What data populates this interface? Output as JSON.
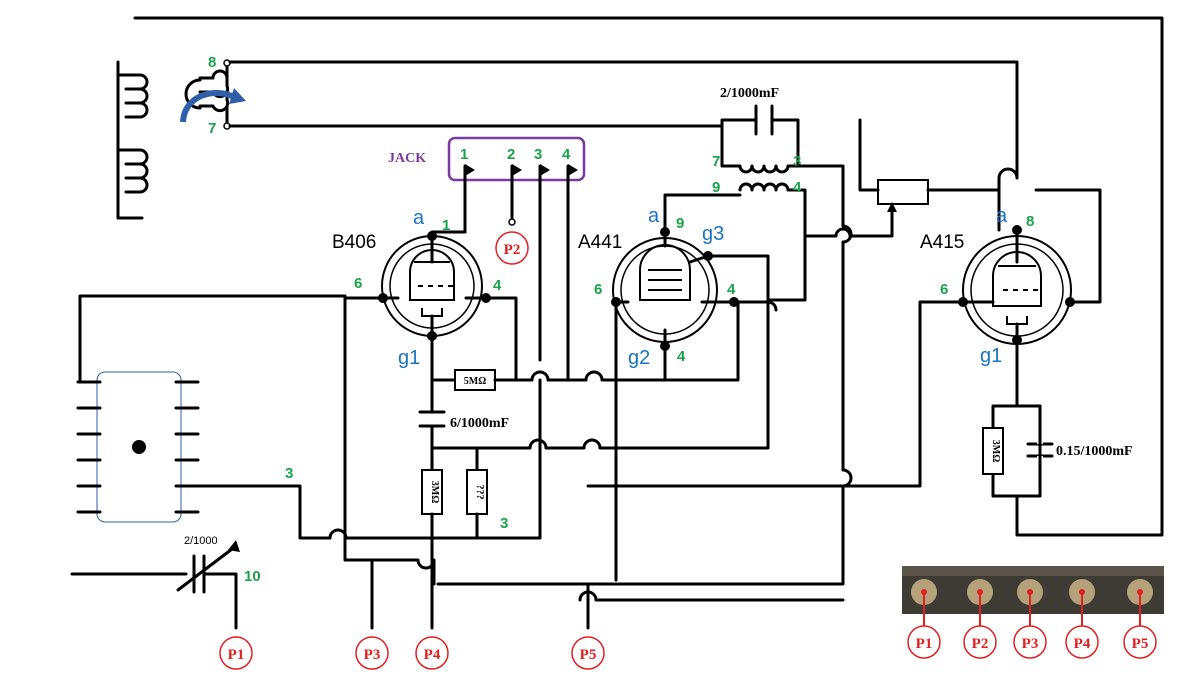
{
  "tubes": {
    "b406": {
      "name": "B406",
      "anode": "a",
      "grid": "g1",
      "pin_anode": "1",
      "pin_left": "6",
      "pin_right": "4"
    },
    "a441": {
      "name": "A441",
      "anode": "a",
      "grid2": "g2",
      "grid3": "g3",
      "pin_anode": "9",
      "pin_left": "6",
      "pin_right": "4",
      "pin_g2": "4"
    },
    "a415": {
      "name": "A415",
      "anode": "a",
      "grid": "g1",
      "pin_anode": "8",
      "pin_left": "6"
    }
  },
  "coil": {
    "pin_top": "8",
    "pin_bottom": "7"
  },
  "jack": {
    "label": "JACK",
    "pins": [
      "1",
      "2",
      "3",
      "4"
    ]
  },
  "transformer": {
    "cap_label": "2/1000mF",
    "pin_tl": "7",
    "pin_tr": "3",
    "pin_bl": "9",
    "pin_br": "4"
  },
  "components": {
    "r_5m": "5MΩ",
    "c_6": "6/1000mF",
    "r_3m_left": "3MΩ",
    "r_unknown": "???",
    "r_3m_right": "3MΩ",
    "c_015": "0.15/1000mF",
    "var_cap": "2/1000"
  },
  "pin_labels": {
    "switch_3": "3",
    "res_3": "3",
    "var_10": "10"
  },
  "probes": [
    "P1",
    "P2",
    "P3",
    "P4",
    "P5"
  ],
  "photo_probes": [
    "P1",
    "P2",
    "P3",
    "P4",
    "P5"
  ],
  "colors": {
    "pin_label": "#1aa34a",
    "electrode_label": "#1a74c4",
    "probe": "#e02020",
    "jack_box": "#7a3aa0",
    "arrow": "#2f5fa8"
  }
}
